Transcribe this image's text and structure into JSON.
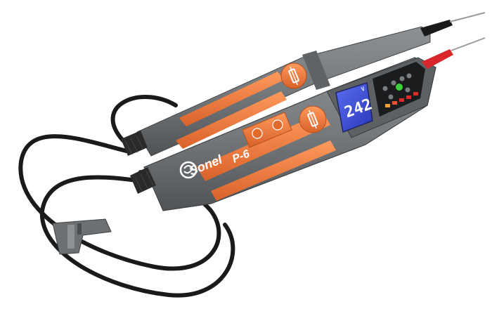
{
  "product": {
    "brand": "Sonel",
    "model": "P-6",
    "display_reading": "242",
    "display_unit": "V"
  },
  "colors": {
    "body_gray": "#75797c",
    "body_gray_dark": "#55585b",
    "accent_orange": "#f07a3a",
    "accent_orange_dark": "#c9581f",
    "cable_black": "#1a1a1a",
    "lcd_blue": "#3b4fd8",
    "probe_red": "#d8262a"
  },
  "icons": {
    "lamp_left": "lamp-icon",
    "lamp_right": "lamp-icon",
    "led_panel": "led-indicator-panel"
  }
}
